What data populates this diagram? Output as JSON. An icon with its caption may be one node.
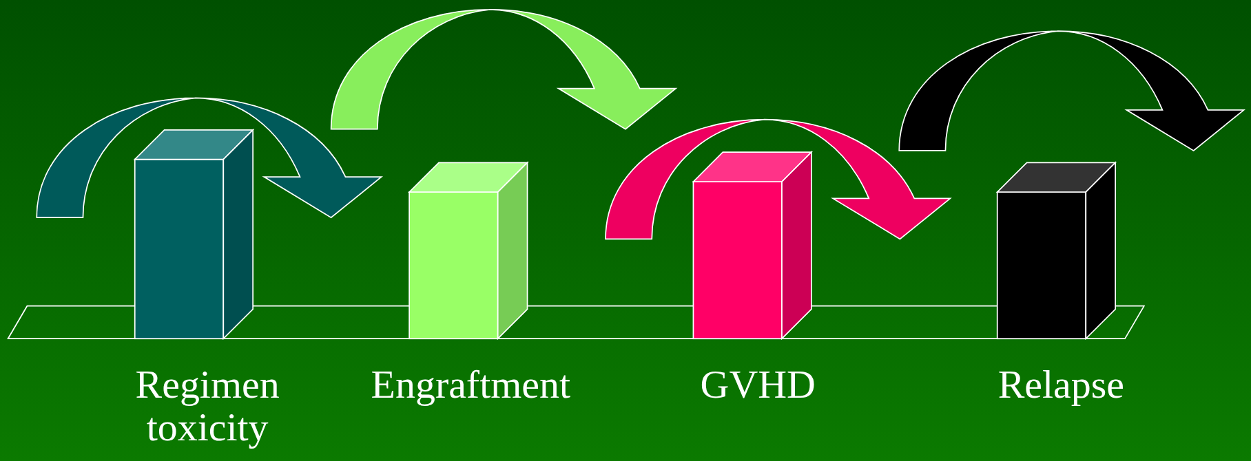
{
  "diagram": {
    "nodes": [
      {
        "text": [
          "Regimen toxicity"
        ]
      },
      {
        "text": [
          "Engraftment"
        ]
      },
      {
        "text": [
          "GVHD"
        ]
      },
      {
        "text": [
          "Relapse"
        ]
      },
      {
        "text": [],
        "shape": "box"
      }
    ]
  }
}
